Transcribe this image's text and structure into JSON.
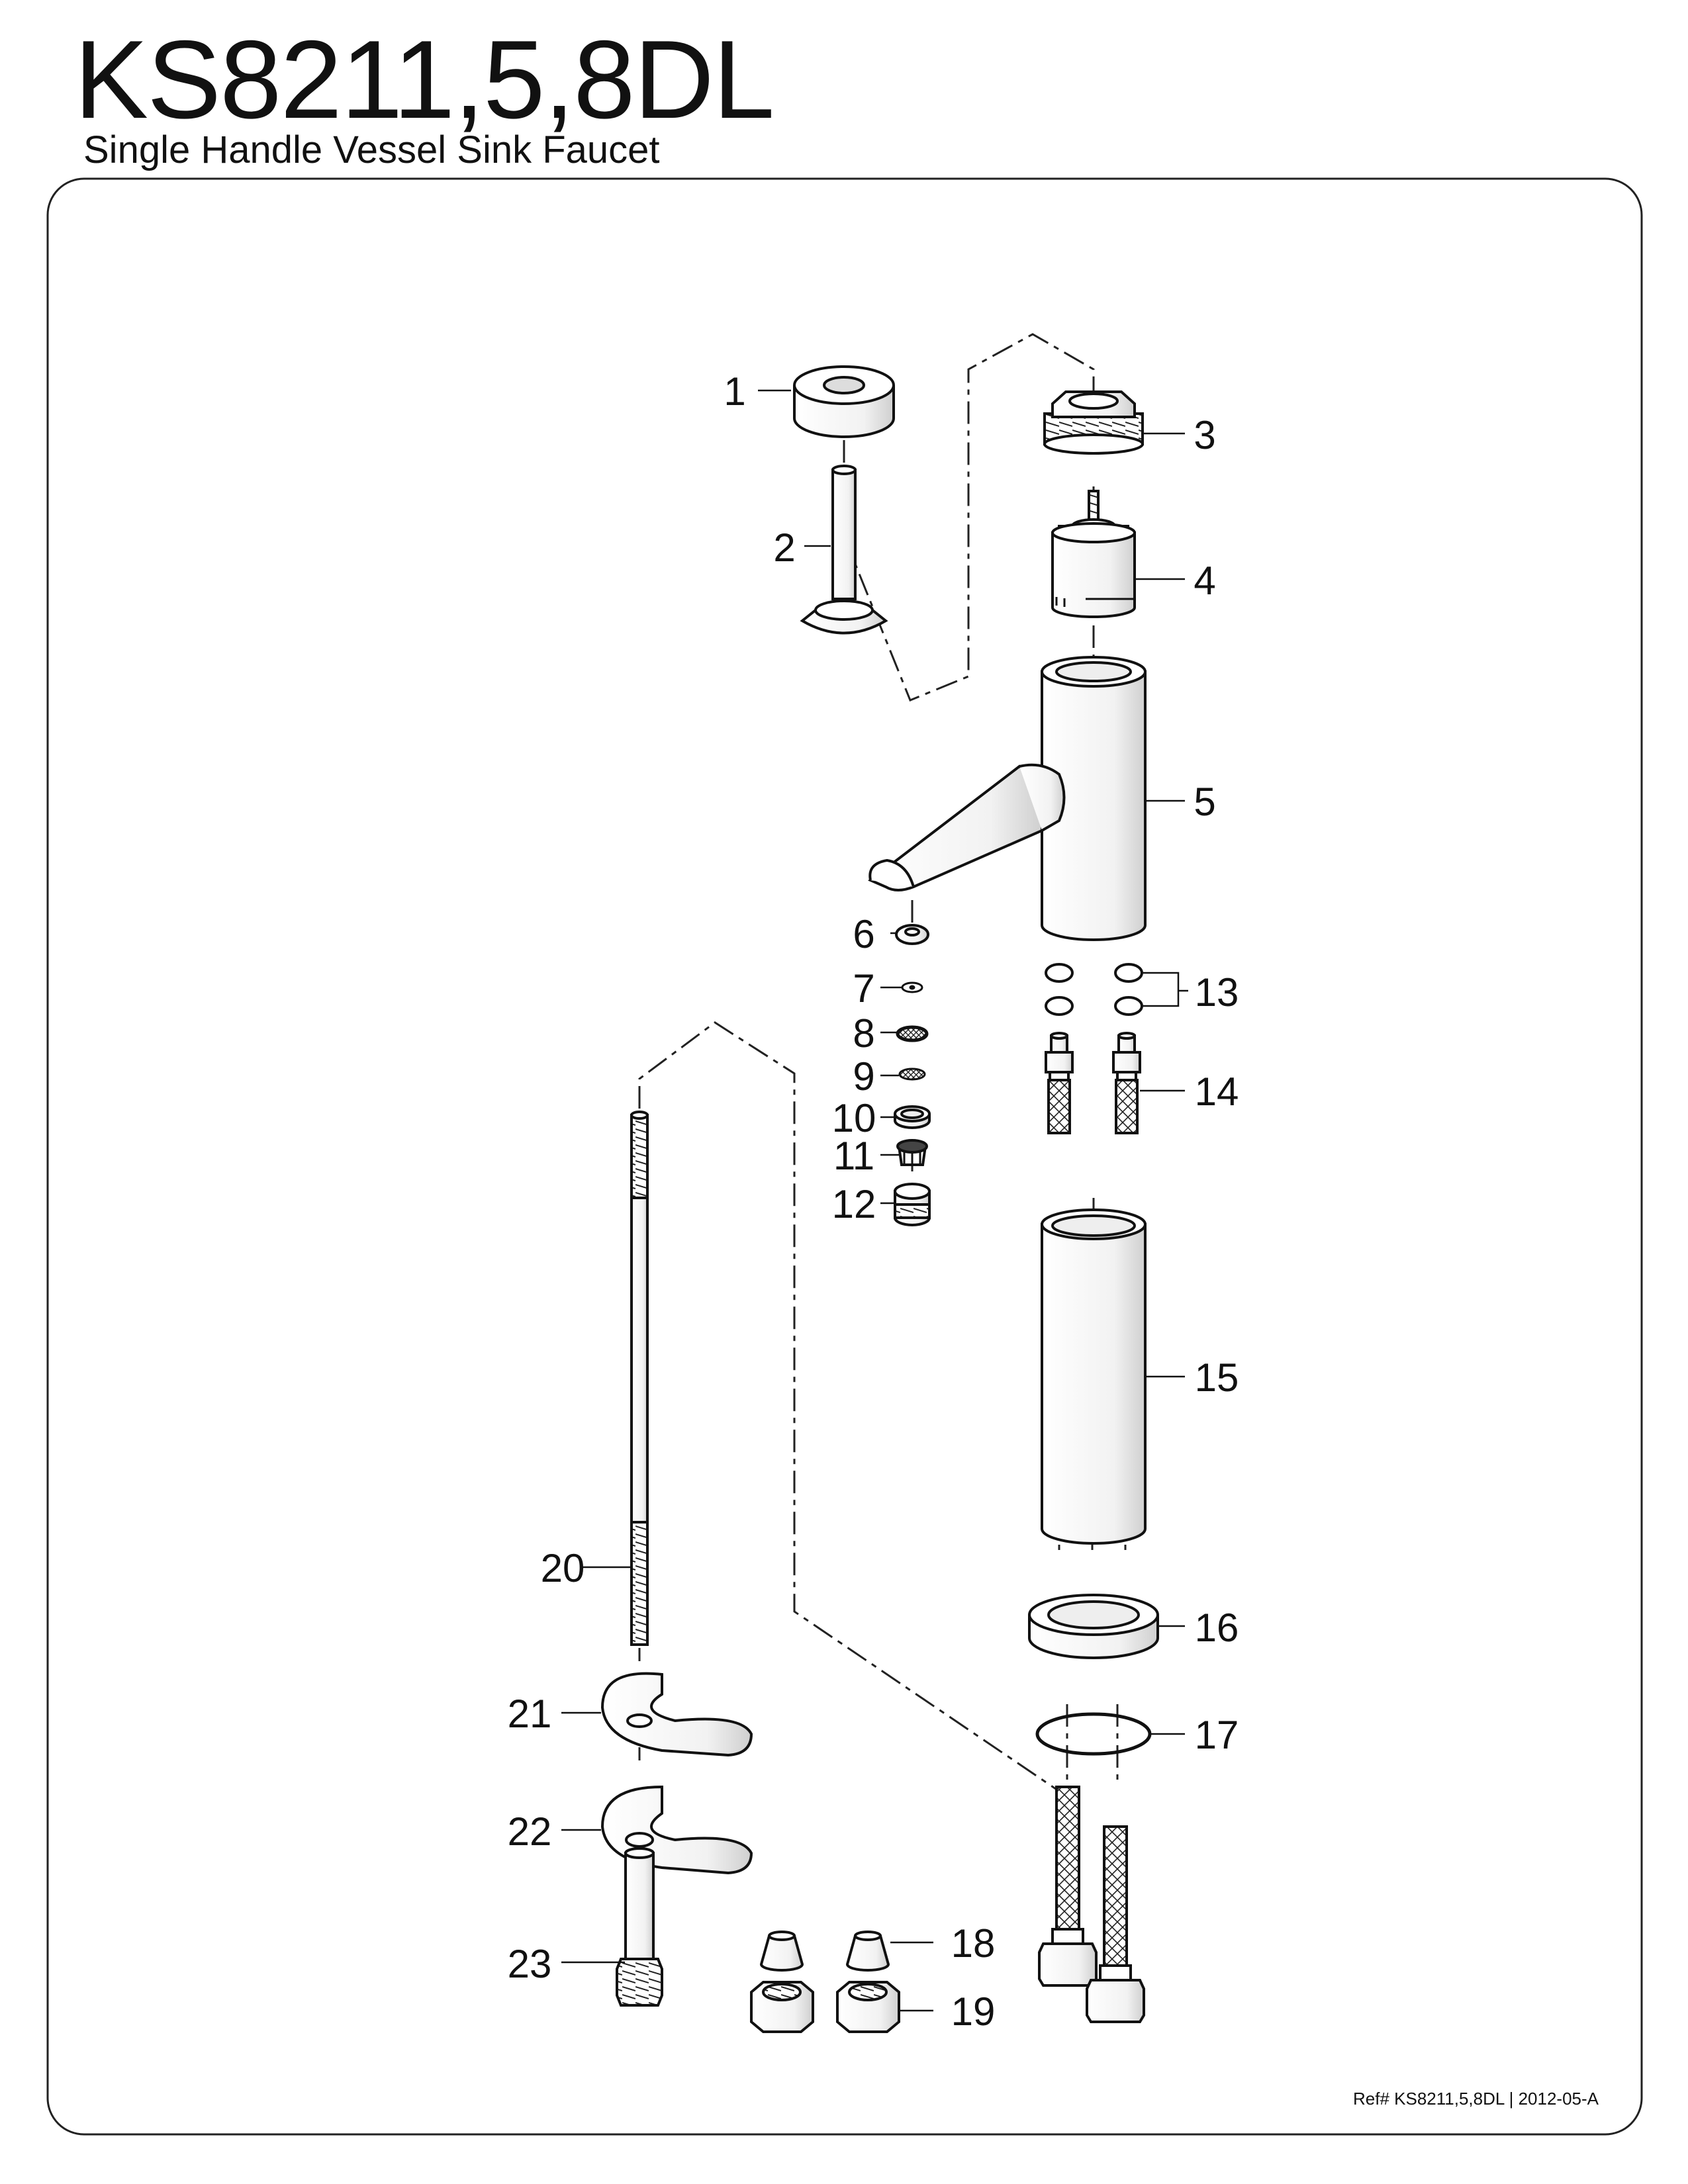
{
  "header": {
    "title": "KS8211,5,8DL",
    "subtitle": "Single Handle Vessel Sink Faucet"
  },
  "footer": {
    "reference": "Ref# KS8211,5,8DL | 2012-05-A"
  },
  "parts": [
    {
      "number": "1",
      "icon": "handle-cap-icon"
    },
    {
      "number": "2",
      "icon": "lever-handle-icon"
    },
    {
      "number": "3",
      "icon": "bonnet-nut-icon"
    },
    {
      "number": "4",
      "icon": "cartridge-icon"
    },
    {
      "number": "5",
      "icon": "faucet-body-icon"
    },
    {
      "number": "6",
      "icon": "washer-icon"
    },
    {
      "number": "7",
      "icon": "small-washer-icon"
    },
    {
      "number": "8",
      "icon": "screen-icon"
    },
    {
      "number": "9",
      "icon": "screen-icon"
    },
    {
      "number": "10",
      "icon": "ring-icon"
    },
    {
      "number": "11",
      "icon": "aerator-insert-icon"
    },
    {
      "number": "12",
      "icon": "aerator-housing-icon"
    },
    {
      "number": "13",
      "icon": "o-ring-icon"
    },
    {
      "number": "14",
      "icon": "supply-hose-icon"
    },
    {
      "number": "15",
      "icon": "riser-tube-icon"
    },
    {
      "number": "16",
      "icon": "base-ring-icon"
    },
    {
      "number": "17",
      "icon": "gasket-icon"
    },
    {
      "number": "18",
      "icon": "compression-sleeve-icon"
    },
    {
      "number": "19",
      "icon": "compression-nut-icon"
    },
    {
      "number": "20",
      "icon": "threaded-rod-icon"
    },
    {
      "number": "21",
      "icon": "horseshoe-washer-icon"
    },
    {
      "number": "22",
      "icon": "horseshoe-plate-icon"
    },
    {
      "number": "23",
      "icon": "mounting-nut-icon"
    }
  ]
}
